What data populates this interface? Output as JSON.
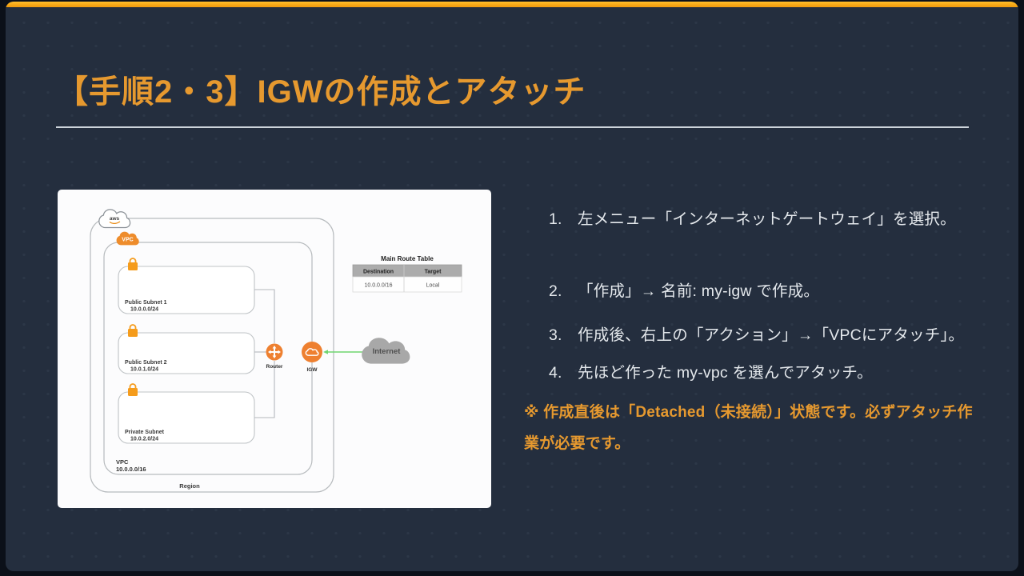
{
  "slide": {
    "title": "【手順2・3】IGWの作成とアタッチ",
    "accent_color": "#e6992f",
    "top_bar_color": "#f6a715",
    "background_color": "#242e3e",
    "text_color": "#e4e8ec"
  },
  "steps": {
    "items": [
      {
        "num": "1.",
        "text": "左メニュー「インターネットゲートウェイ」を選択。"
      },
      {
        "num": "2.",
        "text": "「作成」→ 名前: my-igw で作成。"
      },
      {
        "num": "3.",
        "text": "作成後、右上の「アクション」→「VPCにアタッチ」。"
      },
      {
        "num": "4.",
        "text": "先ほど作った my-vpc を選んでアタッチ。"
      }
    ],
    "note": "※ 作成直後は「Detached（未接続）」状態です。必ずアタッチ作業が必要です。"
  },
  "diagram": {
    "aws_label": "aws",
    "vpc_icon_label": "VPC",
    "region_label": "Region",
    "vpc_label": "VPC",
    "vpc_cidr": "10.0.0.0/16",
    "subnets": [
      {
        "name": "Public Subnet 1",
        "cidr": "10.0.0.0/24"
      },
      {
        "name": "Public Subnet 2",
        "cidr": "10.0.1.0/24"
      },
      {
        "name": "Private Subnet",
        "cidr": "10.0.2.0/24"
      }
    ],
    "router_label": "Router",
    "igw_label": "IGW",
    "internet_label": "Internet",
    "orange": "#ee8c2b",
    "green_arrow": "#70d570",
    "route_table": {
      "title": "Main Route Table",
      "headers": [
        "Destination",
        "Target"
      ],
      "rows": [
        [
          "10.0.0.0/16",
          "Local"
        ]
      ]
    }
  }
}
